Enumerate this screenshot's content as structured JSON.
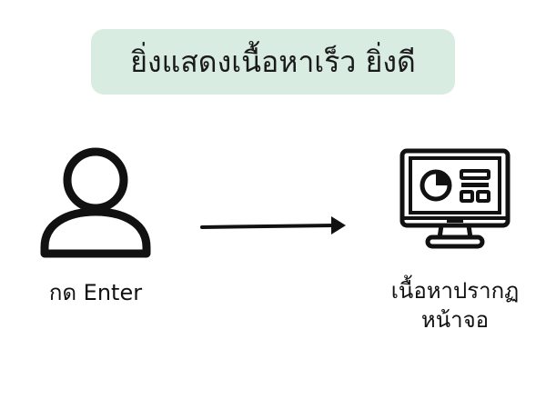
{
  "title": "ยิ่งแสดงเนื้อหาเร็ว ยิ่งดี",
  "colors": {
    "pill_background": "#d8ece2",
    "stroke": "#111111"
  },
  "left_node": {
    "icon": "user-icon",
    "label": "กด Enter"
  },
  "connector": {
    "icon": "arrow-right-icon"
  },
  "right_node": {
    "icon": "monitor-dashboard-icon",
    "label_lines": [
      "เนื้อหาปรากฏ",
      "หน้าจอ"
    ]
  }
}
